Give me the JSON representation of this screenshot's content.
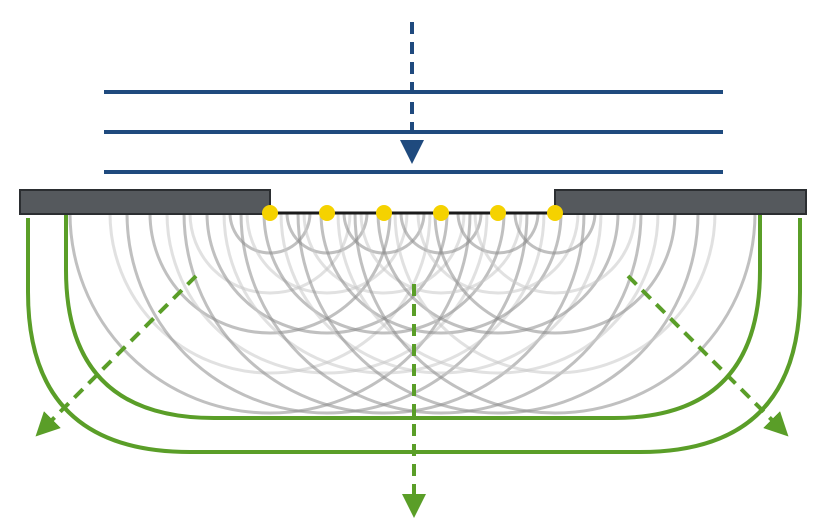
{
  "colors": {
    "incident_wave": "#1f4a7e",
    "diffracted_front": "#5a9e28",
    "wavelet": "#8c8c8c",
    "wavelet_light": "#c8c8c8",
    "barrier_fill": "#55595d",
    "barrier_edge": "#2b2e31",
    "source_point": "#f5d200",
    "slit_line": "#1a1a1a",
    "background": "#ffffff"
  },
  "diagram": {
    "incident_wavefront_count": 3,
    "secondary_source_count": 6,
    "propagation_arrows": [
      "incident-direction",
      "diffracted-left",
      "diffracted-down",
      "diffracted-right"
    ]
  },
  "icons": {
    "incident_arrow": "dashed-arrow-down-icon",
    "left_arrow": "dashed-arrow-down-left-icon",
    "down_arrow": "dashed-arrow-down-icon",
    "right_arrow": "dashed-arrow-down-right-icon"
  }
}
